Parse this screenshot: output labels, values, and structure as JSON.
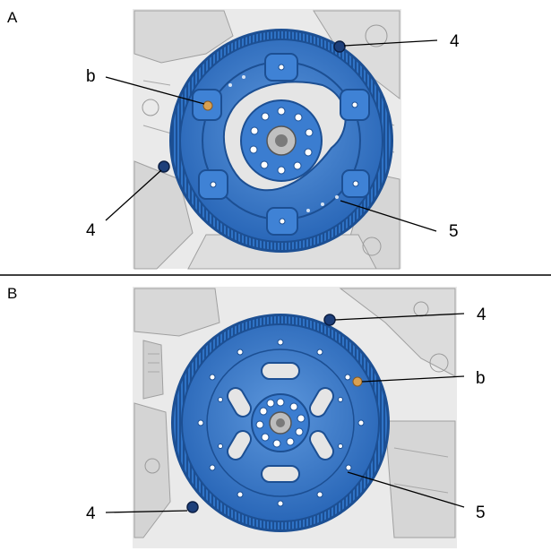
{
  "panels": [
    {
      "letter": "A",
      "callouts": [
        {
          "label": "4"
        },
        {
          "label": "b"
        },
        {
          "label": "4"
        },
        {
          "label": "5"
        }
      ]
    },
    {
      "letter": "B",
      "callouts": [
        {
          "label": "4"
        },
        {
          "label": "b"
        },
        {
          "label": "4"
        },
        {
          "label": "5"
        }
      ]
    }
  ],
  "colors": {
    "flywheel": "#2f73c6",
    "flywheel_dark": "#1c4f93",
    "flywheel_light": "#5d97dc",
    "engine_bg": "#e4e4e4",
    "engine_line": "#9a9a9a",
    "bolt_marker": "#d9a050",
    "bolt_hole_blue": "#1d3f7a"
  }
}
